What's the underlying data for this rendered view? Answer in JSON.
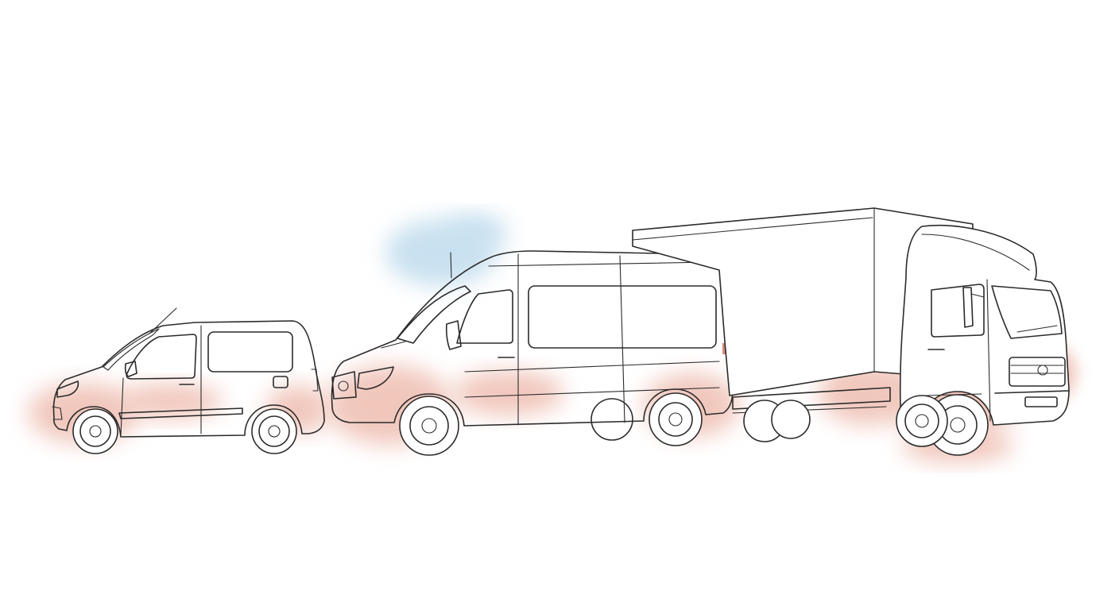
{
  "scene": {
    "description_visible_text": "",
    "colors": {
      "background": "#ffffff",
      "ink": "#2b2b2b",
      "watercolor_warm": "#e59a86",
      "watercolor_cool": "#9cc8e3",
      "tail_light": "#d98b7e"
    },
    "vehicles": [
      {
        "id": "small-van",
        "icon": "small-van-icon"
      },
      {
        "id": "large-van",
        "icon": "large-van-icon"
      },
      {
        "id": "box-truck",
        "icon": "box-truck-icon"
      }
    ]
  }
}
